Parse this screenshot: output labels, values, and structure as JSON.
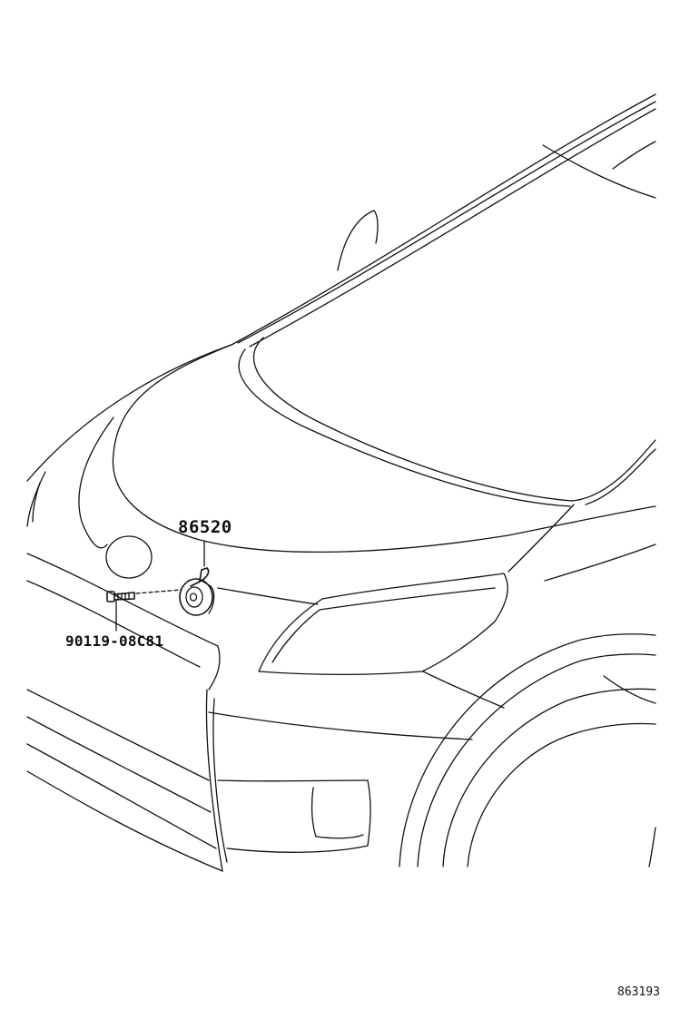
{
  "diagram": {
    "parts": [
      {
        "part_number": "86520",
        "icon": "horn-icon"
      },
      {
        "part_number": "90119-08C81",
        "icon": "bolt-icon"
      }
    ],
    "illustration_code": "863193"
  }
}
